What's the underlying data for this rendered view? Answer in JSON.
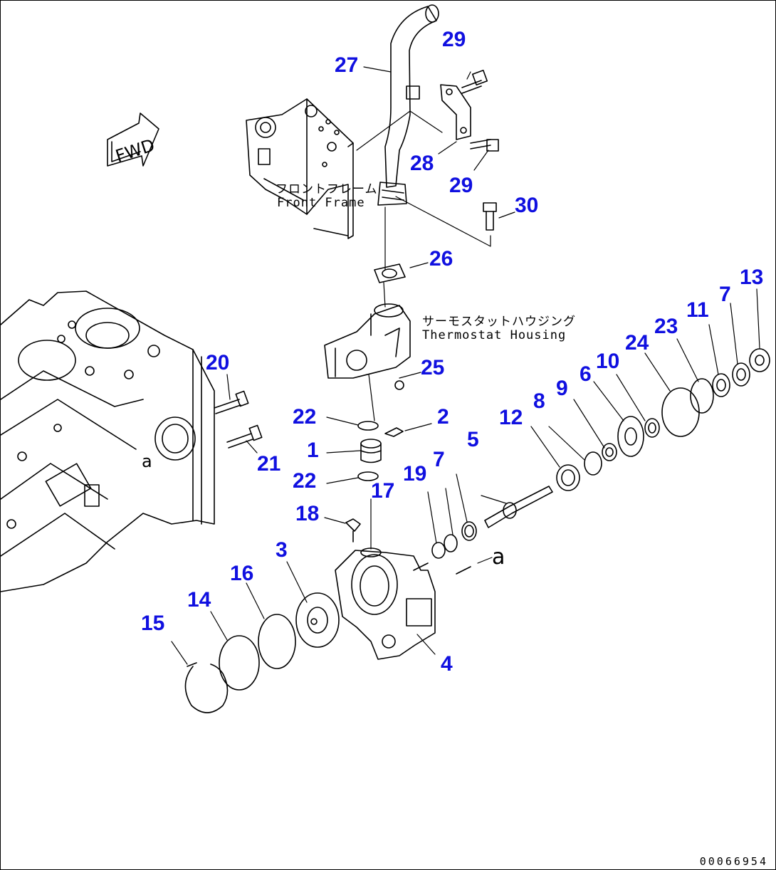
{
  "diagram": {
    "drawing_number": "00066954",
    "direction_label": "FWD",
    "colors": {
      "callout": "#1010e0",
      "line": "#000000",
      "background": "#ffffff"
    },
    "annotations": {
      "front_frame_jp": "フロントフレーム",
      "front_frame_en": "Front Frame",
      "thermostat_jp": "サーモスタットハウジング",
      "thermostat_en": "Thermostat Housing",
      "ref_a": "a"
    },
    "callouts": [
      {
        "id": "c27",
        "label": "27"
      },
      {
        "id": "c29a",
        "label": "29"
      },
      {
        "id": "c28",
        "label": "28"
      },
      {
        "id": "c29b",
        "label": "29"
      },
      {
        "id": "c30",
        "label": "30"
      },
      {
        "id": "c26",
        "label": "26"
      },
      {
        "id": "c25",
        "label": "25"
      },
      {
        "id": "c20",
        "label": "20"
      },
      {
        "id": "c21",
        "label": "21"
      },
      {
        "id": "c22a",
        "label": "22"
      },
      {
        "id": "c2",
        "label": "2"
      },
      {
        "id": "c1",
        "label": "1"
      },
      {
        "id": "c22b",
        "label": "22"
      },
      {
        "id": "c17",
        "label": "17"
      },
      {
        "id": "c19",
        "label": "19"
      },
      {
        "id": "c7a",
        "label": "7"
      },
      {
        "id": "c5",
        "label": "5"
      },
      {
        "id": "c12",
        "label": "12"
      },
      {
        "id": "c8",
        "label": "8"
      },
      {
        "id": "c9",
        "label": "9"
      },
      {
        "id": "c6",
        "label": "6"
      },
      {
        "id": "c10",
        "label": "10"
      },
      {
        "id": "c24",
        "label": "24"
      },
      {
        "id": "c23",
        "label": "23"
      },
      {
        "id": "c11",
        "label": "11"
      },
      {
        "id": "c7b",
        "label": "7"
      },
      {
        "id": "c13",
        "label": "13"
      },
      {
        "id": "c18",
        "label": "18"
      },
      {
        "id": "c3",
        "label": "3"
      },
      {
        "id": "c16",
        "label": "16"
      },
      {
        "id": "c14",
        "label": "14"
      },
      {
        "id": "c15",
        "label": "15"
      },
      {
        "id": "c4",
        "label": "4"
      }
    ]
  }
}
